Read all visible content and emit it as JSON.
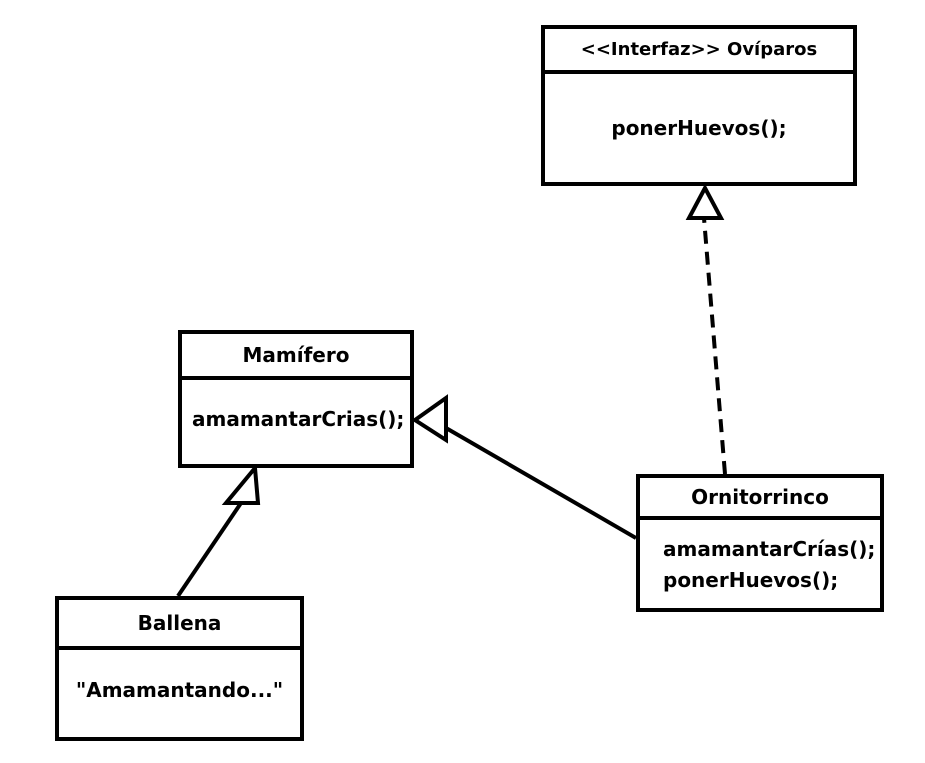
{
  "diagram": {
    "classes": [
      {
        "id": "ovip",
        "header": "<<Interfaz>> Ovíparos",
        "lines": [
          "ponerHuevos();"
        ]
      },
      {
        "id": "mam",
        "header": "Mamífero",
        "lines": [
          "amamantarCrias();"
        ]
      },
      {
        "id": "orn",
        "header": "Ornitorrinco",
        "lines": [
          "amamantarCrías();",
          "ponerHuevos();"
        ]
      },
      {
        "id": "bal",
        "header": "Ballena",
        "lines": [
          "\"Amamantando...\""
        ]
      }
    ],
    "relations": [
      {
        "from": "bal",
        "to": "mam",
        "kind": "generalization"
      },
      {
        "from": "orn",
        "to": "mam",
        "kind": "generalization"
      },
      {
        "from": "orn",
        "to": "ovip",
        "kind": "realization"
      }
    ]
  }
}
